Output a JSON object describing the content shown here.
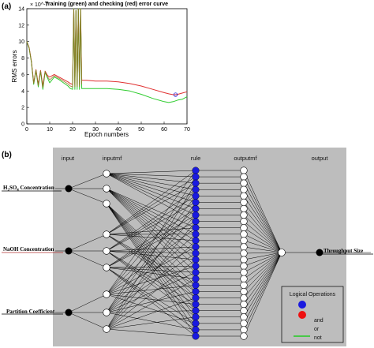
{
  "panels": {
    "a_label": "(a)",
    "b_label": "(b)"
  },
  "colors": {
    "training": "#2ecc2e",
    "checking": "#e03030",
    "overlap": "#9a6a20",
    "network_bg": "#bdbdbd",
    "rule_node": "#1a1adf",
    "mf_node": "#ffffff",
    "node_dark": "#000000",
    "legend_red": "#ee1111",
    "legend_green": "#22cc22"
  },
  "chart_data": {
    "type": "line",
    "title": "Training (green) and checking (red) error curve",
    "xlabel": "Epoch numbers",
    "ylabel": "RMS errors",
    "y_multiplier": "× 10^-7",
    "xlim": [
      0,
      70
    ],
    "ylim": [
      0,
      14
    ],
    "xticks": [
      0,
      10,
      20,
      30,
      40,
      50,
      60,
      70
    ],
    "yticks": [
      0,
      2,
      4,
      6,
      8,
      10,
      12,
      14
    ],
    "grid": false,
    "series": [
      {
        "name": "Training",
        "color_key": "training",
        "x": [
          0,
          1,
          2,
          3,
          4,
          5,
          6,
          7,
          8,
          9,
          10,
          12,
          14,
          16,
          18,
          19,
          20,
          20.5,
          21,
          21.5,
          22,
          22.5,
          23,
          23.5,
          24,
          24.5,
          25,
          26,
          30,
          35,
          40,
          45,
          50,
          55,
          60,
          62,
          64,
          65,
          66,
          68,
          70
        ],
        "y": [
          10,
          9.2,
          7.5,
          4.8,
          6.5,
          4.5,
          6.4,
          4.2,
          6.3,
          5.6,
          5.0,
          5.7,
          5.4,
          5.0,
          4.6,
          4.3,
          4.2,
          14,
          4.2,
          13.8,
          4.2,
          14,
          4.2,
          14,
          4.3,
          4.3,
          4.3,
          4.3,
          4.3,
          4.3,
          4.2,
          4.0,
          3.6,
          3.1,
          2.7,
          2.6,
          2.7,
          2.8,
          2.9,
          3.0,
          3.3
        ]
      },
      {
        "name": "Checking",
        "color_key": "checking",
        "x": [
          0,
          1,
          2,
          3,
          4,
          5,
          6,
          7,
          8,
          9,
          10,
          12,
          14,
          16,
          18,
          19,
          20,
          20.5,
          21,
          21.5,
          22,
          22.5,
          23,
          23.5,
          24,
          24.5,
          25,
          26,
          30,
          35,
          40,
          45,
          50,
          55,
          60,
          62,
          64,
          65,
          66,
          68,
          70
        ],
        "y": [
          10,
          9.3,
          7.6,
          5.0,
          6.6,
          4.8,
          6.5,
          4.6,
          6.4,
          5.9,
          5.7,
          6.0,
          5.7,
          5.4,
          5.1,
          4.9,
          4.8,
          14,
          4.8,
          13.8,
          4.8,
          14,
          4.8,
          14,
          5.3,
          5.3,
          5.3,
          5.3,
          5.2,
          5.2,
          5.1,
          4.9,
          4.6,
          4.2,
          3.8,
          3.65,
          3.55,
          3.55,
          3.6,
          3.75,
          3.9
        ]
      }
    ],
    "marker": {
      "x": 65,
      "y": 3.55,
      "shape": "circle"
    }
  },
  "network": {
    "headers": {
      "input": "input",
      "inputmf": "inputmf",
      "rule": "rule",
      "outputmf": "outputmf",
      "output": "output"
    },
    "inputs": [
      {
        "label": "H2SO4 Concentration"
      },
      {
        "label": "NaOH Concentration"
      },
      {
        "label": "Partition Coefficient"
      }
    ],
    "input_label_parts": [
      "H",
      "2",
      "SO",
      "4",
      " Concentration"
    ],
    "output_label": "Throughput Size",
    "mf_per_input": 3,
    "rule_count": 27,
    "outputmf_count": 27,
    "legend": {
      "title": "Logical Operations",
      "items": [
        {
          "label": "and",
          "kind": "blue-dot"
        },
        {
          "label": "or",
          "kind": "red-dot"
        },
        {
          "label": "not",
          "kind": "green-line"
        }
      ]
    }
  }
}
